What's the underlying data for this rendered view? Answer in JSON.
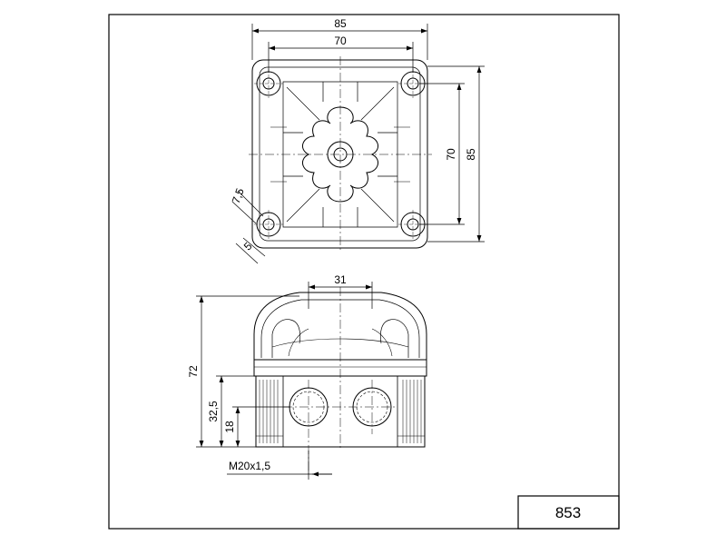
{
  "top_view": {
    "dims": {
      "outer_width": "85",
      "hole_spacing_width": "70",
      "hole_spacing_height": "70",
      "outer_height": "85",
      "corner_offset": "7,5",
      "hole_diameter": "5"
    }
  },
  "side_view": {
    "dims": {
      "top_width": "31",
      "total_height": "72",
      "body_height": "32,5",
      "entry_height": "18",
      "entry_thread": "M20x1,5"
    }
  },
  "title_block": {
    "drawing_number": "853"
  }
}
